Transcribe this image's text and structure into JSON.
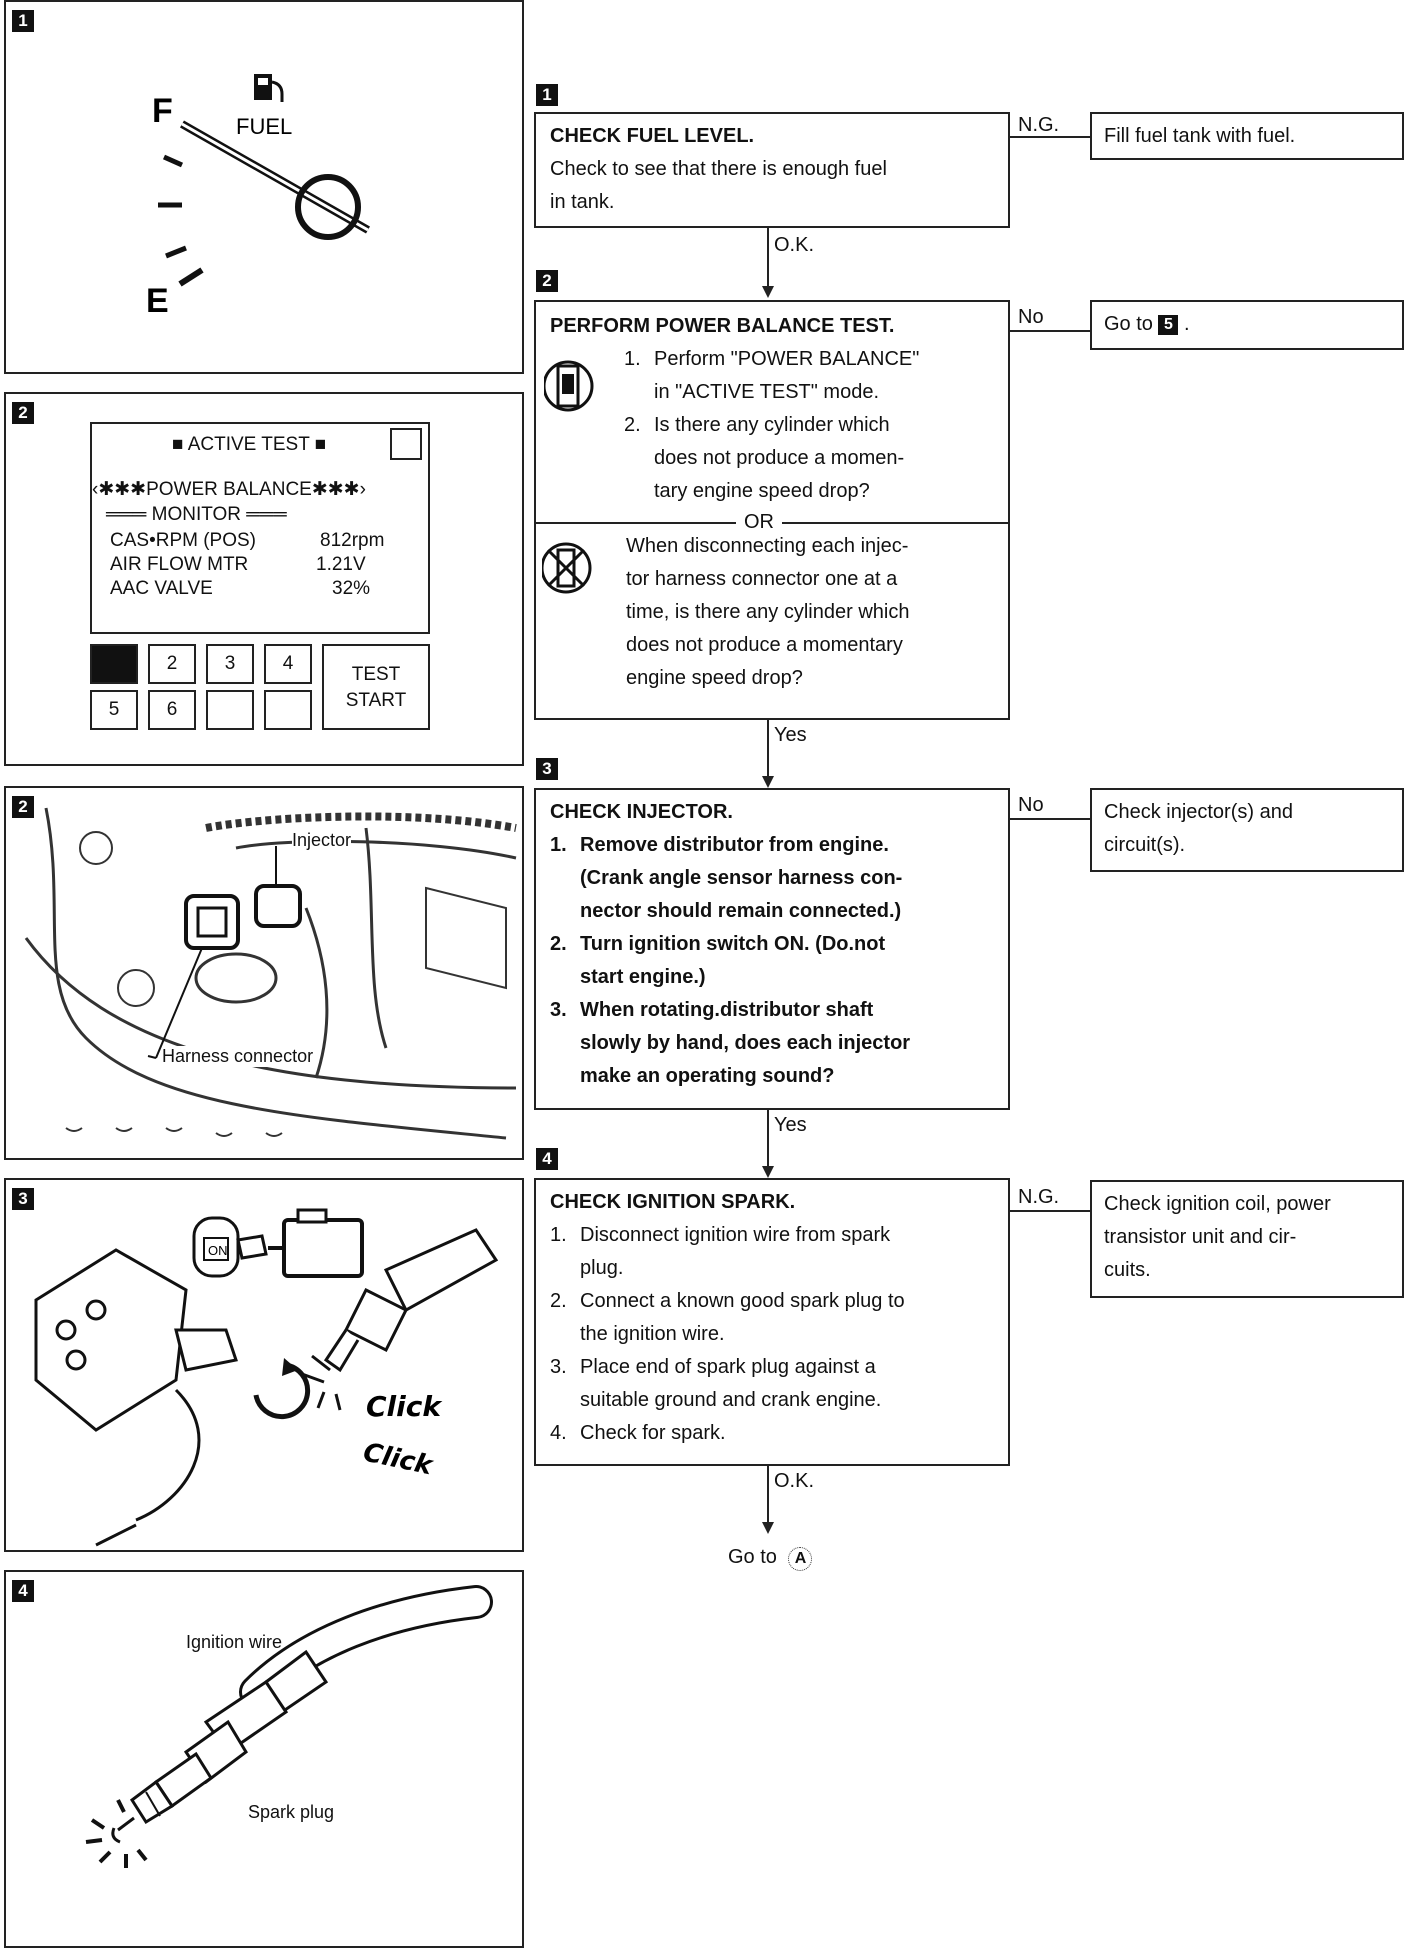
{
  "left_panels": {
    "p1": {
      "badge": "1",
      "fuel_label": "FUEL",
      "full_mark": "F",
      "empty_mark": "E"
    },
    "p2": {
      "badge": "2",
      "screen_title": "■ ACTIVE TEST ■",
      "power_balance": "‹✱✱✱POWER BALANCE✱✱✱›",
      "monitor": "═══ MONITOR ═══",
      "rows": [
        {
          "name": "CAS•RPM (POS)",
          "value": "812rpm"
        },
        {
          "name": "AIR FLOW MTR",
          "value": "1.21V"
        },
        {
          "name": "AAC VALVE",
          "value": "32%"
        }
      ],
      "keys": [
        "",
        "2",
        "3",
        "4",
        "5",
        "6",
        "",
        ""
      ],
      "test_start": [
        "TEST",
        "START"
      ]
    },
    "p3": {
      "badge": "2",
      "injector_label": "Injector",
      "harness_label": "Harness connector"
    },
    "p4": {
      "badge": "3",
      "on_label": "ON",
      "click1": "Click",
      "click2": "Click"
    },
    "p5": {
      "badge": "4",
      "ignition_wire": "Ignition wire",
      "spark_plug": "Spark plug"
    }
  },
  "flow": {
    "step1": {
      "badge": "1",
      "title": "CHECK FUEL LEVEL.",
      "body": [
        "Check to see that there is enough fuel",
        "in tank."
      ],
      "ng_label": "N.G.",
      "ng_action": "Fill fuel tank with fuel.",
      "ok_label": "O.K."
    },
    "step2": {
      "badge": "2",
      "title": "PERFORM POWER BALANCE TEST.",
      "items": [
        {
          "n": "1.",
          "lines": [
            "Perform \"POWER BALANCE\"",
            "in \"ACTIVE TEST\" mode."
          ]
        },
        {
          "n": "2.",
          "lines": [
            "Is there any cylinder which",
            "does not produce a momen-",
            "tary engine speed drop?"
          ]
        }
      ],
      "or_label": "OR",
      "alt": [
        "When disconnecting each injec-",
        "tor harness connector one at a",
        "time, is there any cylinder which",
        "does not produce a momentary",
        "engine speed drop?"
      ],
      "no_label": "No",
      "no_action": "Go to",
      "no_action_badge": "5",
      "no_action_tail": ".",
      "yes_label": "Yes"
    },
    "step3": {
      "badge": "3",
      "title": "CHECK INJECTOR.",
      "items": [
        {
          "n": "1.",
          "lines": [
            "Remove distributor from engine.",
            "(Crank angle sensor harness con-",
            "nector should remain connected.)"
          ]
        },
        {
          "n": "2.",
          "lines": [
            "Turn ignition switch ON. (Do.not",
            "start engine.)"
          ]
        },
        {
          "n": "3.",
          "lines": [
            "When rotating.distributor shaft",
            "slowly by hand, does each injector",
            "make an operating sound?"
          ]
        }
      ],
      "no_label": "No",
      "no_action": [
        "Check injector(s) and",
        "circuit(s)."
      ],
      "yes_label": "Yes"
    },
    "step4": {
      "badge": "4",
      "title": "CHECK IGNITION SPARK.",
      "items": [
        {
          "n": "1.",
          "lines": [
            "Disconnect ignition wire from spark",
            "plug."
          ]
        },
        {
          "n": "2.",
          "lines": [
            "Connect a known good spark plug to",
            "the ignition wire."
          ]
        },
        {
          "n": "3.",
          "lines": [
            "Place end of spark plug against a",
            "suitable ground and crank engine."
          ]
        },
        {
          "n": "4.",
          "lines": [
            "Check for spark."
          ]
        }
      ],
      "ng_label": "N.G.",
      "ng_action": [
        "Check ignition coil, power",
        "transistor unit and cir-",
        "cuits."
      ],
      "ok_label": "O.K.",
      "goto": "Go to",
      "goto_mark": "A"
    }
  }
}
